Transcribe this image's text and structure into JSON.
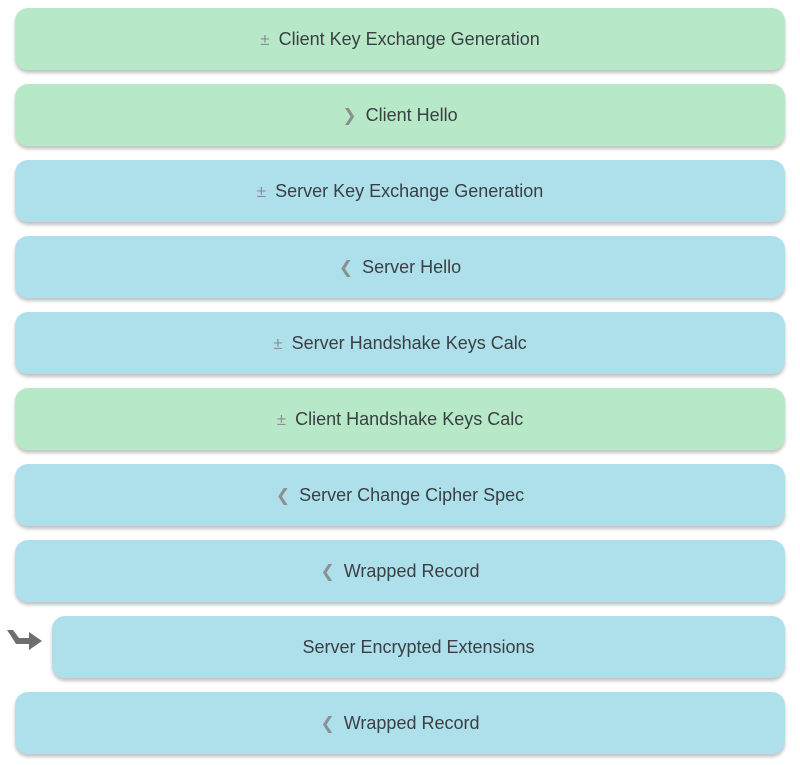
{
  "colors": {
    "client_bg": "#b7e8c7",
    "server_bg": "#aee0ec",
    "label_text": "#3a3f42",
    "icon_gray": "#8b9093",
    "arrow_gray": "#6e6e6e"
  },
  "steps": [
    {
      "actor": "client",
      "icon": "±",
      "label": "Client Key Exchange Generation"
    },
    {
      "actor": "client",
      "icon": "❯",
      "label": "Client Hello"
    },
    {
      "actor": "server",
      "icon": "±",
      "label": "Server Key Exchange Generation"
    },
    {
      "actor": "server",
      "icon": "❮",
      "label": "Server Hello"
    },
    {
      "actor": "server",
      "icon": "±",
      "label": "Server Handshake Keys Calc"
    },
    {
      "actor": "client",
      "icon": "±",
      "label": "Client Handshake Keys Calc"
    },
    {
      "actor": "server",
      "icon": "❮",
      "label": "Server Change Cipher Spec"
    },
    {
      "actor": "server",
      "icon": "❮",
      "label": "Wrapped Record"
    },
    {
      "actor": "server",
      "icon": "",
      "label": "Server Encrypted Extensions",
      "indented": true,
      "pointer": true
    },
    {
      "actor": "server",
      "icon": "❮",
      "label": "Wrapped Record"
    }
  ]
}
